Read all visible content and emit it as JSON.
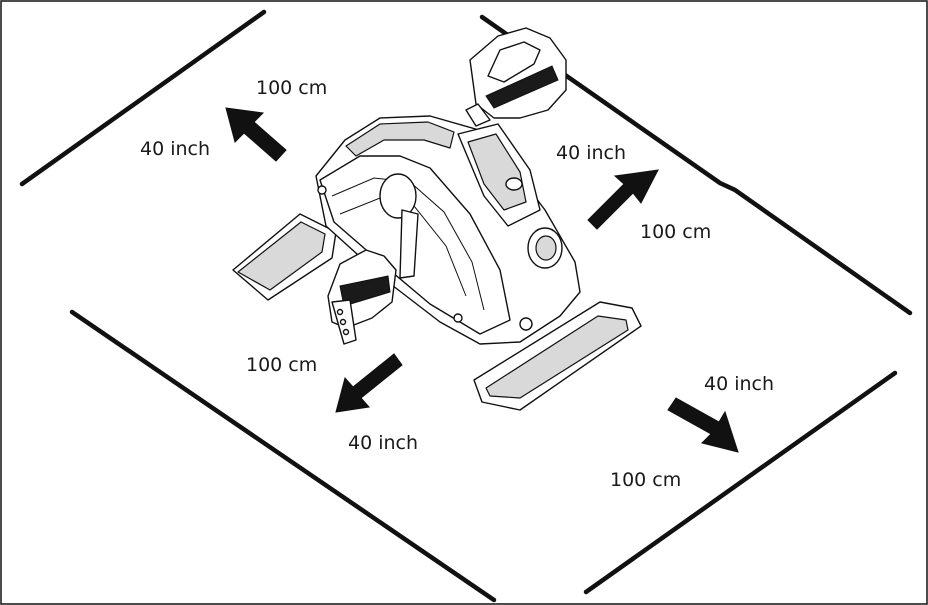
{
  "labels": {
    "top_left_cm": "100 cm",
    "top_left_inch": "40 inch",
    "right_inch": "40 inch",
    "right_cm": "100 cm",
    "bottom_left_cm": "100 cm",
    "bottom_left_inch": "40 inch",
    "bottom_right_inch": "40 inch",
    "bottom_right_cm": "100 cm"
  },
  "colors": {
    "line": "#111111",
    "text": "#1a1a1a",
    "background": "#ffffff"
  },
  "icons": {
    "product": "mini-exercise-bike-icon",
    "direction": "arrow-icon"
  }
}
